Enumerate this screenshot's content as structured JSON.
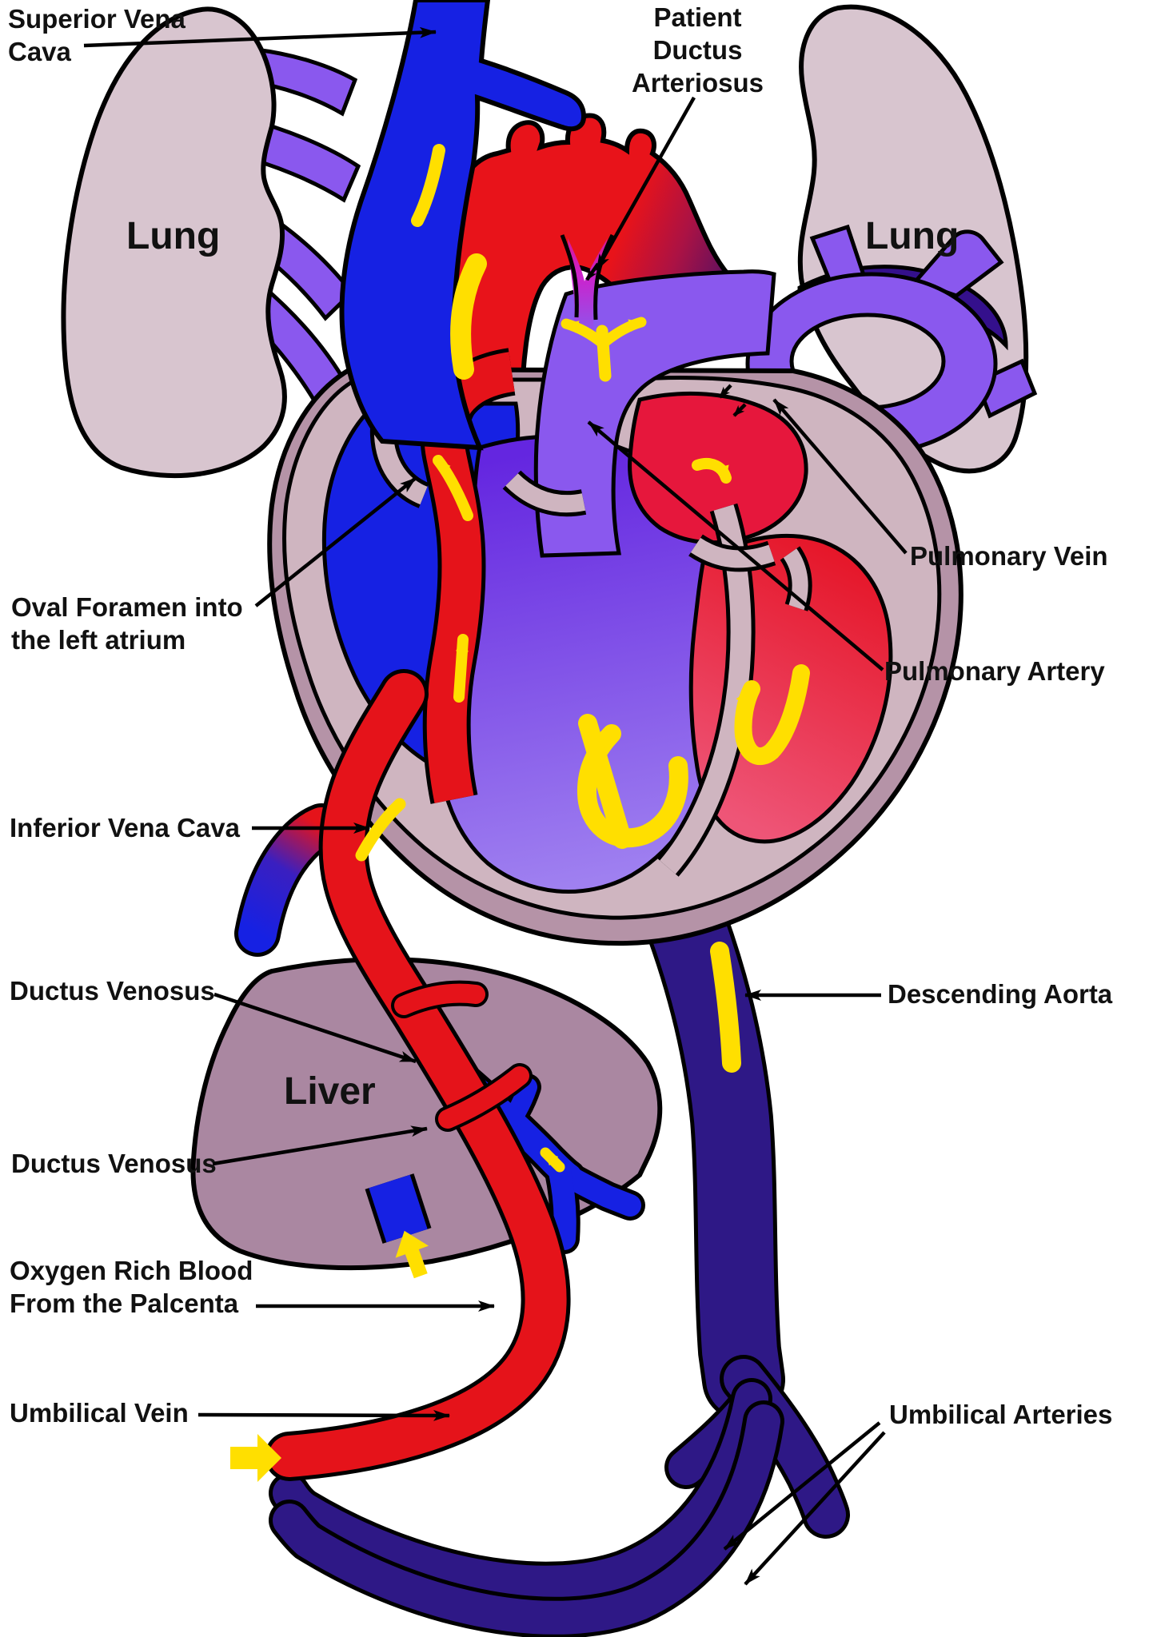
{
  "diagram": {
    "labels": {
      "superior_vena_cava": "Superior Vena Cava",
      "patient_ductus_arteriosus": "Patient Ductus Arteriosus",
      "lung_left": "Lung",
      "lung_right": "Lung",
      "pulmonary_vein": "Pulmonary Vein",
      "pulmonary_artery": "Pulmonary Artery",
      "oval_foramen": "Oval Foramen into the left atrium",
      "inferior_vena_cava": "Inferior Vena Cava",
      "ductus_venosus_1": "Ductus Venosus",
      "ductus_venosus_2": "Ductus Venosus",
      "oxygen_rich_blood": "Oxygen Rich Blood From the Palcenta",
      "umbilical_vein": "Umbilical Vein",
      "umbilical_arteries": "Umbilical Arteries",
      "descending_aorta": "Descending Aorta",
      "liver": "Liver"
    },
    "colors": {
      "oxygenated_red": "#e8131a",
      "deoxygenated_blue": "#1621e3",
      "mixed_purple": "#8a58ee",
      "descending_aorta_navy": "#2e1886",
      "dark_shadow_purple": "#34108c",
      "ductus_arteriosus_magenta": "#cc22cc",
      "lung_pink": "#d8c5cf",
      "heart_wall": "#cfb5c0",
      "heart_rim": "#b593a7",
      "liver_mauve": "#aa87a1",
      "flow_arrow_yellow": "#ffdf00",
      "outline_black": "#000000",
      "label_text": "#111111"
    },
    "flow_arrow_icons": [
      "svc-down-arrow",
      "aortic-arch-up-arrow",
      "pulmonary-trident-arrow",
      "foramen-ovale-arrow",
      "atrial-stream-up-arrow",
      "ivc-up-arrow",
      "right-ventricle-curl-arrow",
      "left-ventricle-curl-arrow",
      "left-atrium-curl-arrow",
      "descending-aorta-arrow-upper",
      "descending-aorta-arrow-lower",
      "placenta-inflow-block-arrow",
      "portal-inflow-block-arrow",
      "portal-vein-arrow"
    ]
  }
}
